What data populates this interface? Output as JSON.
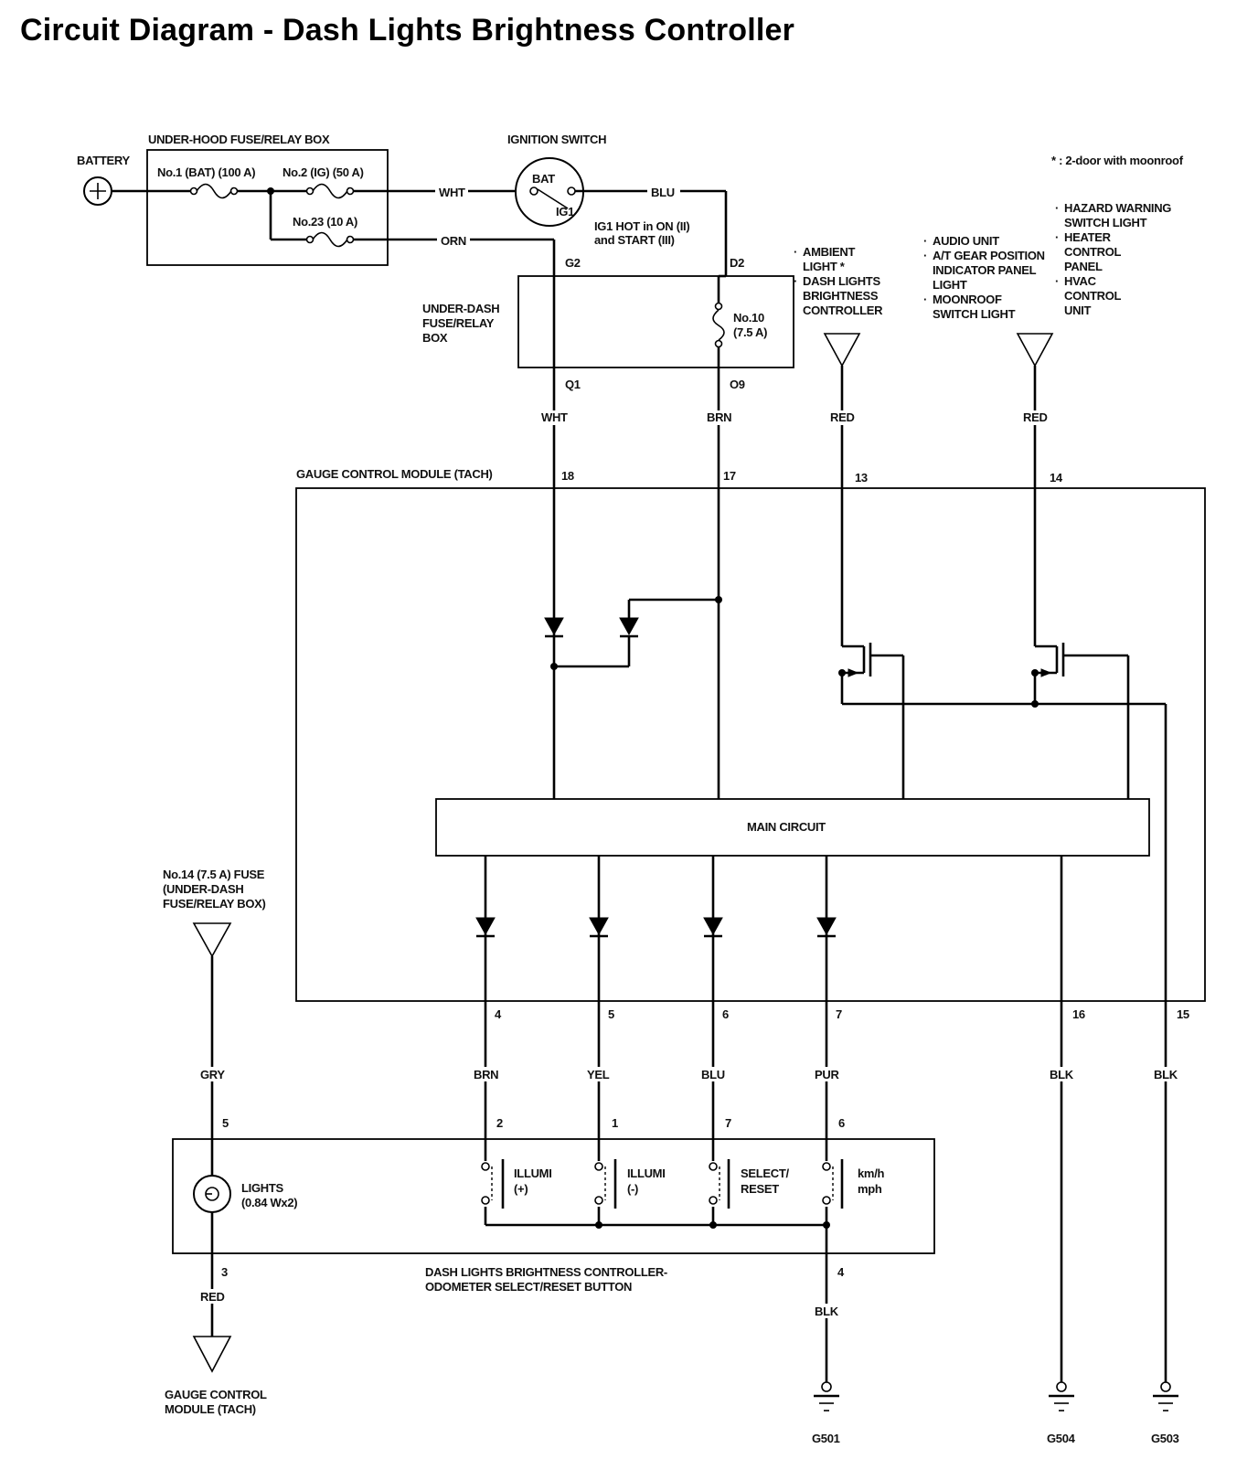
{
  "title": "Circuit Diagram - Dash Lights Brightness Controller",
  "note": "* : 2-door with moonroof",
  "top": {
    "battery": "BATTERY",
    "underhood_box": "UNDER-HOOD FUSE/RELAY BOX",
    "fuse_no1": "No.1 (BAT) (100 A)",
    "fuse_no2": "No.2 (IG) (50 A)",
    "fuse_no23": "No.23 (10 A)",
    "ignition_switch": "IGNITION SWITCH",
    "bat": "BAT",
    "ig1": "IG1",
    "ig1_note_1": "IG1 HOT in ON (II)",
    "ig1_note_2": "and START (III)",
    "wht": "WHT",
    "orn": "ORN",
    "blu": "BLU"
  },
  "underdash": {
    "label_1": "UNDER-DASH",
    "label_2": "FUSE/RELAY",
    "label_3": "BOX",
    "g2": "G2",
    "d2": "D2",
    "q1": "Q1",
    "o9": "O9",
    "fuse_no10": "No.10",
    "fuse_no10_rating": "(7.5 A)",
    "wire_wht": "WHT",
    "wire_brn": "BRN"
  },
  "loads": {
    "left": [
      "AMBIENT",
      "LIGHT *",
      "DASH LIGHTS",
      "BRIGHTNESS",
      "CONTROLLER"
    ],
    "middle": [
      "AUDIO UNIT",
      "A/T GEAR POSITION",
      "INDICATOR PANEL",
      "LIGHT",
      "MOONROOF",
      "SWITCH LIGHT"
    ],
    "right": [
      "HAZARD WARNING",
      "SWITCH LIGHT",
      "HEATER",
      "CONTROL",
      "PANEL",
      "HVAC",
      "CONTROL",
      "UNIT"
    ],
    "red_13": "RED",
    "red_14": "RED"
  },
  "gauge_module": {
    "label": "GAUGE CONTROL MODULE (TACH)",
    "pins_top": [
      "18",
      "17",
      "13",
      "14"
    ],
    "main_circuit": "MAIN CIRCUIT",
    "pins_bottom": [
      "4",
      "5",
      "6",
      "7",
      "16",
      "15"
    ]
  },
  "wires_bottom": [
    "BRN",
    "YEL",
    "BLU",
    "PUR",
    "BLK",
    "BLK"
  ],
  "fuse14": {
    "line1": "No.14 (7.5 A) FUSE",
    "line2": "(UNDER-DASH",
    "line3": "FUSE/RELAY BOX)",
    "wire": "GRY"
  },
  "controller": {
    "pins": [
      "5",
      "2",
      "1",
      "7",
      "6"
    ],
    "lights_1": "LIGHTS",
    "lights_2": "(0.84 Wx2)",
    "sw1_a": "ILLUMI",
    "sw1_b": "(+)",
    "sw2_a": "ILLUMI",
    "sw2_b": "(-)",
    "sw3_a": "SELECT/",
    "sw3_b": "RESET",
    "sw4_a": "km/h",
    "sw4_b": "mph",
    "label_1": "DASH LIGHTS BRIGHTNESS CONTROLLER-",
    "label_2": "ODOMETER SELECT/RESET BUTTON",
    "pin3": "3",
    "pin4": "4",
    "wire_red": "RED",
    "wire_blk": "BLK"
  },
  "gauge_bottom": {
    "line1": "GAUGE CONTROL",
    "line2": "MODULE (TACH)"
  },
  "grounds": [
    "G501",
    "G504",
    "G503"
  ]
}
